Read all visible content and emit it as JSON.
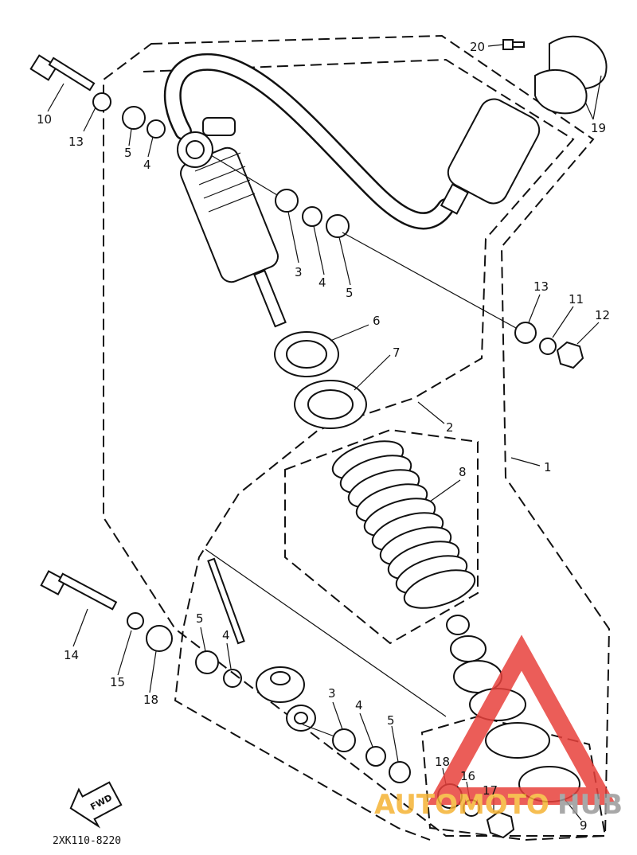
{
  "diagram": {
    "drawing_code": "2XK110-8220",
    "fwd_label": "FWD",
    "callouts": [
      {
        "id": "c10",
        "text": "10"
      },
      {
        "id": "c13a",
        "text": "13"
      },
      {
        "id": "c5a",
        "text": "5"
      },
      {
        "id": "c4a",
        "text": "4"
      },
      {
        "id": "c3a",
        "text": "3"
      },
      {
        "id": "c4b",
        "text": "4"
      },
      {
        "id": "c5b",
        "text": "5"
      },
      {
        "id": "c6",
        "text": "6"
      },
      {
        "id": "c7",
        "text": "7"
      },
      {
        "id": "c2",
        "text": "2"
      },
      {
        "id": "c13b",
        "text": "13"
      },
      {
        "id": "c11",
        "text": "11"
      },
      {
        "id": "c12",
        "text": "12"
      },
      {
        "id": "c20",
        "text": "20"
      },
      {
        "id": "c19",
        "text": "19"
      },
      {
        "id": "c1",
        "text": "1"
      },
      {
        "id": "c8",
        "text": "8"
      },
      {
        "id": "c14",
        "text": "14"
      },
      {
        "id": "c15",
        "text": "15"
      },
      {
        "id": "c18a",
        "text": "18"
      },
      {
        "id": "c5c",
        "text": "5"
      },
      {
        "id": "c4c",
        "text": "4"
      },
      {
        "id": "c3b",
        "text": "3"
      },
      {
        "id": "c4d",
        "text": "4"
      },
      {
        "id": "c5d",
        "text": "5"
      },
      {
        "id": "c18b",
        "text": "18"
      },
      {
        "id": "c16",
        "text": "16"
      },
      {
        "id": "c17",
        "text": "17"
      },
      {
        "id": "c9",
        "text": "9"
      }
    ]
  },
  "watermark": {
    "text_left": "AUTOMOTO",
    "text_right": "HUB",
    "color_triangle": "#e8413c",
    "color_left": "#f5b335",
    "color_right": "#9a9a9a"
  }
}
